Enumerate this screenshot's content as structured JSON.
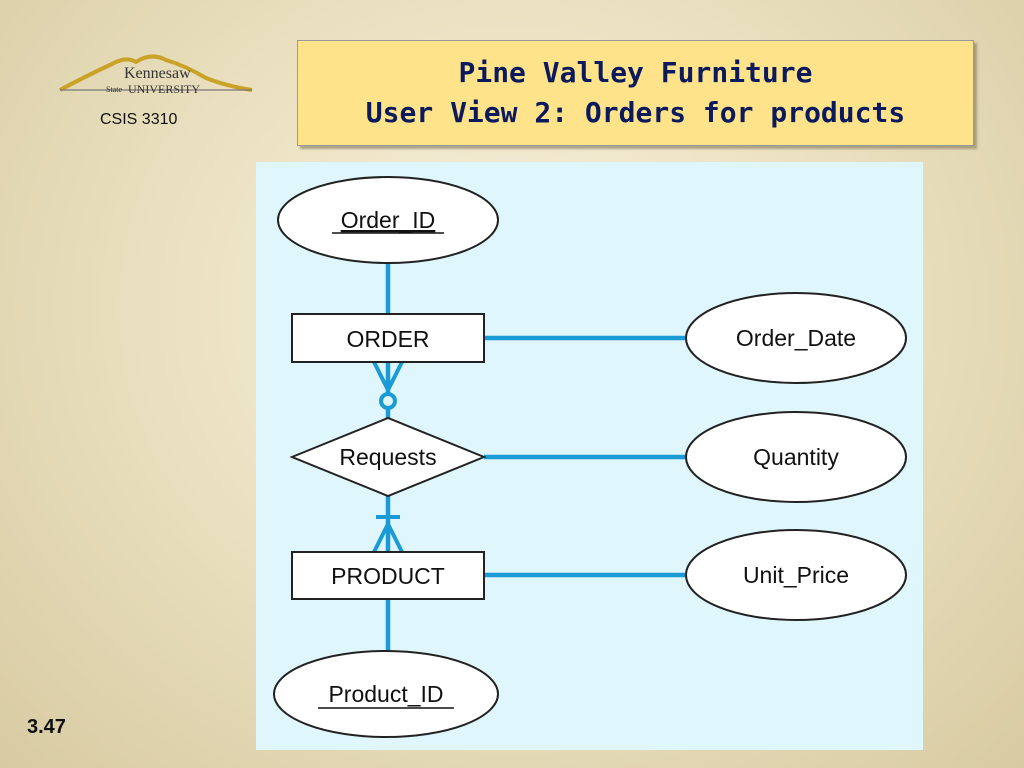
{
  "logo": {
    "line1": "Kennesaw",
    "line2_prefix": "State",
    "line2_main": "UNIVERSITY"
  },
  "course_code": "CSIS 3310",
  "title": {
    "line1": "Pine Valley Furniture",
    "line2": "User View 2: Orders for products"
  },
  "diagram": {
    "entities": {
      "order": "ORDER",
      "product": "PRODUCT"
    },
    "relationship": "Requests",
    "attributes": {
      "order_id": "Order_ID",
      "order_date": "Order_Date",
      "quantity": "Quantity",
      "unit_price": "Unit_Price",
      "product_id": "Product_ID"
    }
  },
  "slide_number": "3.47",
  "colors": {
    "title_bg": "#ffe38a",
    "title_text": "#0a1a5c",
    "diagram_bg": "#dff7fc",
    "connector": "#1a9bd6"
  }
}
